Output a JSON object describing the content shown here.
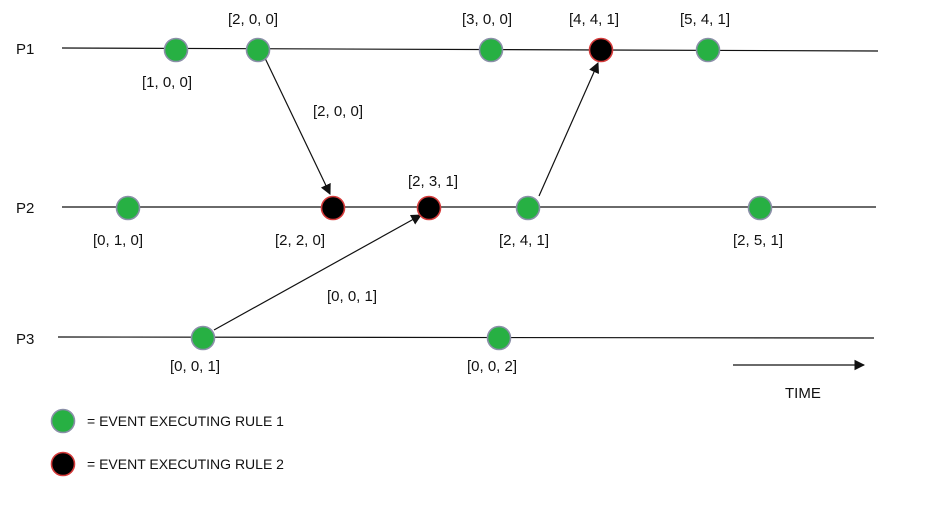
{
  "colors": {
    "rule1_fill": "#27b043",
    "rule1_stroke": "#8a8fa8",
    "rule2_fill": "#000000",
    "rule2_stroke": "#d43a3a",
    "line": "#111111"
  },
  "processes": [
    {
      "id": "p1",
      "label": "P1"
    },
    {
      "id": "p2",
      "label": "P2"
    },
    {
      "id": "p3",
      "label": "P3"
    }
  ],
  "events": [
    {
      "id": "p1-e1",
      "process": "p1",
      "rule": 1,
      "vector": "[1, 0, 0]"
    },
    {
      "id": "p1-e2",
      "process": "p1",
      "rule": 1,
      "vector": "[2, 0, 0]"
    },
    {
      "id": "p1-e3",
      "process": "p1",
      "rule": 1,
      "vector": "[3, 0, 0]"
    },
    {
      "id": "p1-e4",
      "process": "p1",
      "rule": 2,
      "vector": "[4, 4, 1]"
    },
    {
      "id": "p1-e5",
      "process": "p1",
      "rule": 1,
      "vector": "[5, 4, 1]"
    },
    {
      "id": "p2-e1",
      "process": "p2",
      "rule": 1,
      "vector": "[0, 1, 0]"
    },
    {
      "id": "p2-e2",
      "process": "p2",
      "rule": 2,
      "vector": "[2, 2, 0]"
    },
    {
      "id": "p2-e3",
      "process": "p2",
      "rule": 2,
      "vector": "[2, 3, 1]"
    },
    {
      "id": "p2-e4",
      "process": "p2",
      "rule": 1,
      "vector": "[2, 4, 1]"
    },
    {
      "id": "p2-e5",
      "process": "p2",
      "rule": 1,
      "vector": "[2, 5, 1]"
    },
    {
      "id": "p3-e1",
      "process": "p3",
      "rule": 1,
      "vector": "[0, 0, 1]"
    },
    {
      "id": "p3-e2",
      "process": "p3",
      "rule": 1,
      "vector": "[0, 0, 2]"
    }
  ],
  "messages": [
    {
      "id": "msg-1",
      "from": "p1-e2",
      "to": "p2-e2",
      "label": "[2, 0, 0]"
    },
    {
      "id": "msg-2",
      "from": "p3-e1",
      "to": "p2-e3",
      "label": "[0, 0, 1]"
    },
    {
      "id": "msg-3",
      "from": "p2-e4",
      "to": "p1-e4",
      "label": ""
    }
  ],
  "time_label": "TIME",
  "legend": [
    {
      "rule": 1,
      "text": "= EVENT EXECUTING RULE 1"
    },
    {
      "rule": 2,
      "text": "= EVENT EXECUTING RULE 2"
    }
  ]
}
